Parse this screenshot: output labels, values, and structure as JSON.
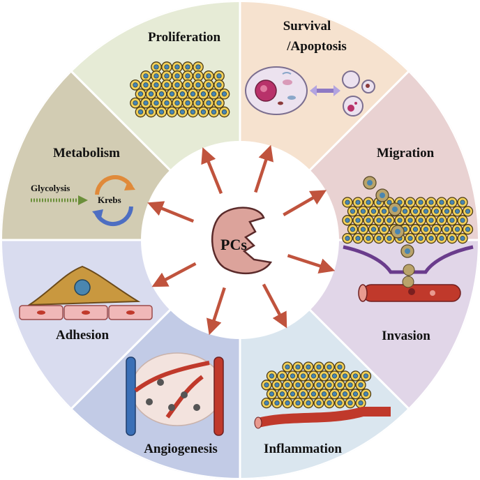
{
  "center": {
    "label": "PCs"
  },
  "segments": [
    {
      "id": "proliferation",
      "label": "Proliferation",
      "color": "#f6e2cf"
    },
    {
      "id": "survival",
      "label_line1": "Survival",
      "label_line2": "/Apoptosis",
      "color": "#e9d2d2"
    },
    {
      "id": "migration",
      "label": "Migration",
      "color": "#e1d6e8"
    },
    {
      "id": "invasion",
      "label": "Invasion",
      "color": "#dae6ef"
    },
    {
      "id": "inflammation",
      "label": "Inflammation",
      "color": "#c2cbe6"
    },
    {
      "id": "angiogenesis",
      "label": "Angiogenesis",
      "color": "#d9dcef"
    },
    {
      "id": "adhesion",
      "label": "Adhesion",
      "color": "#d2ccb3"
    },
    {
      "id": "metabolism",
      "label": "Metabolism",
      "color": "#e6ebd6"
    }
  ],
  "metabolism": {
    "glycolysis": "Glycolysis",
    "krebs": "Krebs"
  },
  "colors": {
    "arrow": "#c0533d",
    "pacman": "#dca39b",
    "cell_yellow": "#f2d05a",
    "cell_nucleus": "#4a86b0",
    "vessel_red": "#c0392b",
    "vessel_blue": "#3a6fb6"
  }
}
